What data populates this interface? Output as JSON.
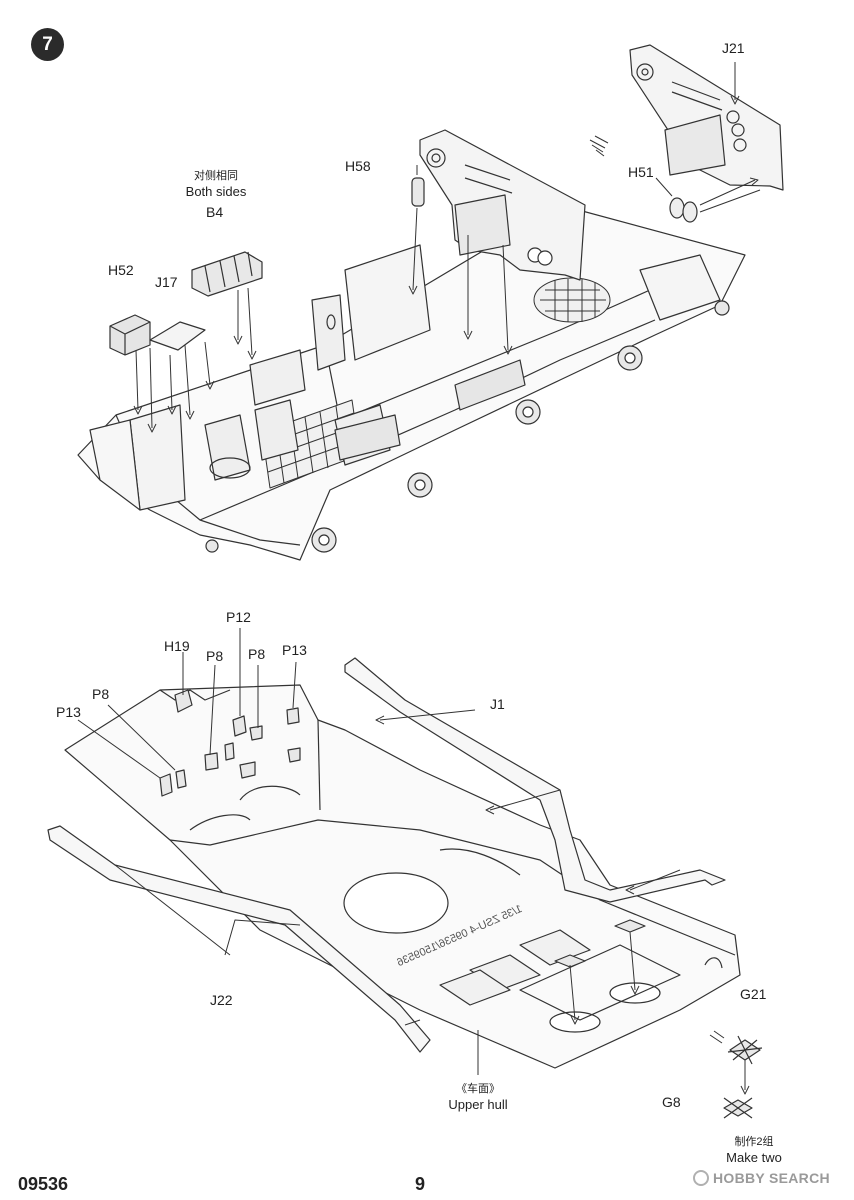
{
  "step": {
    "number": "7"
  },
  "upper_assembly": {
    "labels": {
      "j21": "J21",
      "h58": "H58",
      "h51": "H51",
      "both_sides_cn": "对侧相同",
      "both_sides_en": "Both sides",
      "b4": "B4",
      "h52": "H52",
      "j17": "J17"
    }
  },
  "lower_assembly": {
    "labels": {
      "p12": "P12",
      "h19": "H19",
      "p8a": "P8",
      "p8b": "P8",
      "p13a": "P13",
      "p8c": "P8",
      "p13b": "P13",
      "j1": "J1",
      "j22": "J22",
      "g21": "G21",
      "g8": "G8"
    },
    "hull_engraving": "1/35 ZSU-4 09536/1509536",
    "upper_hull_cn": "《车面》",
    "upper_hull_en": "Upper hull",
    "make_two_cn": "制作2组",
    "make_two_en": "Make two"
  },
  "footer": {
    "product_code": "09536",
    "page_number": "9",
    "watermark": "HOBBY SEARCH",
    "watermark_icon": "hobby-search-logo-icon"
  },
  "colors": {
    "line": "#333333",
    "shade": "#dcdcdc",
    "background": "#ffffff"
  }
}
